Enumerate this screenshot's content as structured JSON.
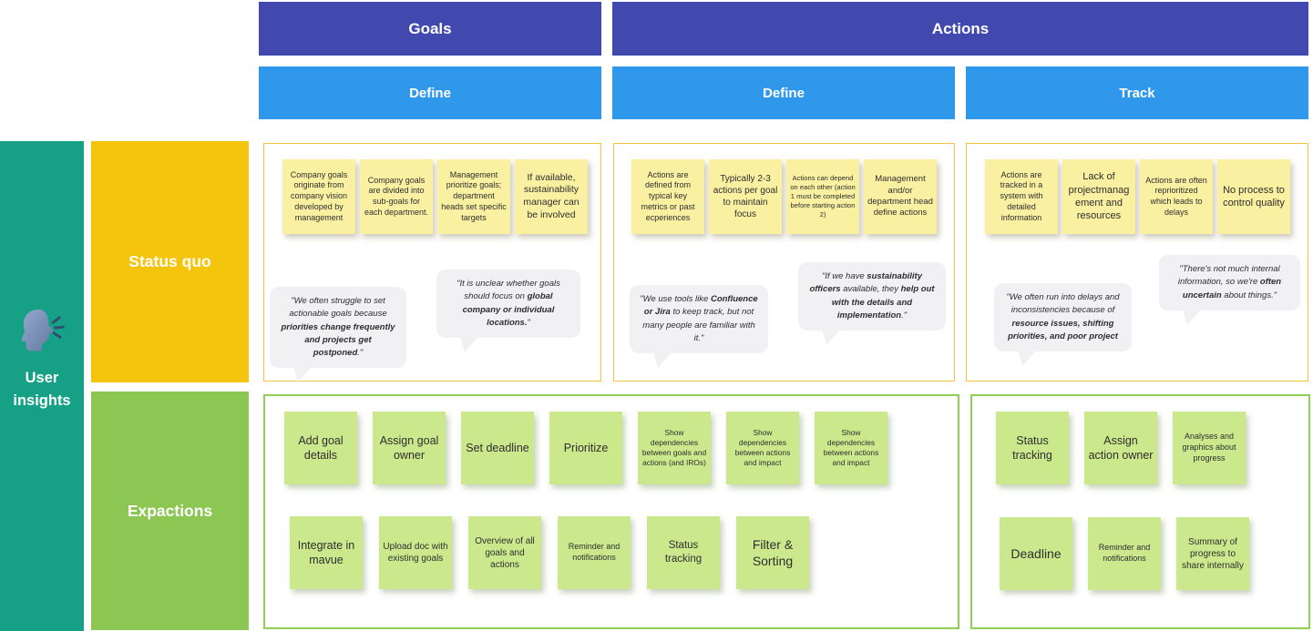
{
  "header": {
    "goals": "Goals",
    "actions": "Actions",
    "goals_define": "Define",
    "actions_define": "Define",
    "actions_track": "Track"
  },
  "sidebar": {
    "label": "User insights",
    "icon": "speaking-head-icon"
  },
  "row_labels": {
    "status_quo": "Status quo",
    "expactions": "Expactions"
  },
  "colors": {
    "header_purple": "#4149AE",
    "subheader_blue": "#3098EA",
    "sidebar_teal": "#16A085",
    "status_quo_yellow": "#F5C40C",
    "expactions_green": "#8CC653",
    "note_yellow": "#FAF0A2",
    "note_green": "#CBE98C",
    "panel_border_yellow": "#F4C542",
    "panel_border_green": "#8FD054",
    "quote_bubble_gray": "#F1F1F3"
  },
  "status_quo": {
    "goals_define": {
      "notes": [
        "Company goals originate from company vision developed by management",
        "Company goals are divided into sub-goals for each department.",
        "Management prioritize goals; department heads set specific targets",
        "If available, sustainability manager can be involved"
      ],
      "quotes": [
        {
          "p0": "\"We often struggle to set actionable goals because ",
          "b0": "priorities change frequently and projects get postponed",
          "p1": ".\""
        },
        {
          "p0": "\"It is unclear whether goals should focus on ",
          "b0": "global company or individual locations.",
          "p1": "\""
        }
      ]
    },
    "actions_define": {
      "notes": [
        "Actions are defined from typical key metrics or past ecperiences",
        "Typically 2-3 actions per goal to maintain focus",
        "Actions can depend on each other (action 1 must be completed before starting action 2)",
        "Management and/or department head define actions"
      ],
      "quotes": [
        {
          "p0": "\"We use tools like ",
          "b0": "Confluence or Jira",
          "p1": " to keep track, but not many people are familiar with it.\""
        },
        {
          "p0": "\"If we have ",
          "b0": "sustainability officers",
          "p1": " available, they ",
          "b1": "help out with the details and implementation",
          "p2": ".\""
        }
      ]
    },
    "actions_track": {
      "notes": [
        "Actions are tracked in a system with detailed information",
        "Lack of projectmanagement and resources",
        "Actions are often reprioritized which leads to delays",
        "No process to control quality"
      ],
      "quotes": [
        {
          "p0": "\"We often run into delays and inconsistencies because of ",
          "b0": "resource issues, shifting priorities, and poor project"
        },
        {
          "p0": "\"There's not much internal information, so we're ",
          "b0": "often uncertain",
          "p1": " about things.\""
        }
      ]
    }
  },
  "expactions": {
    "define": {
      "row1": [
        "Add goal details",
        "Assign goal owner",
        "Set deadline",
        "Prioritize",
        "Show dependencies between goals and actions (and IROs)",
        "Show dependencies between actions and impact",
        "Show dependencies between actions and impact"
      ],
      "row2": [
        "Integrate in mavue",
        "Upload doc with existing goals",
        "Overview of all goals and actions",
        "Reminder and notifications",
        "Status tracking",
        "Filter & Sorting"
      ]
    },
    "track": {
      "row1": [
        "Status tracking",
        "Assign action owner",
        "Analyses and graphics about progress"
      ],
      "row2": [
        "Deadline",
        "Reminder and notifications",
        "Summary of progress to share internally"
      ]
    }
  }
}
